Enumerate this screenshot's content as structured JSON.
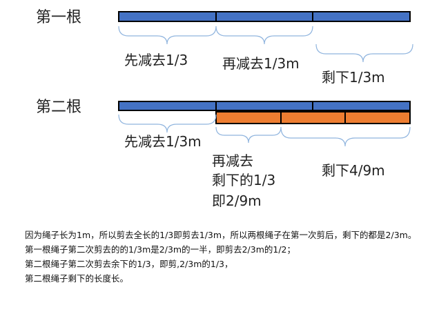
{
  "rope1": {
    "title": "第一根",
    "label_cut1": "先减去1/3",
    "label_cut2": "再减去1/3m",
    "label_remain": "剩下1/3m"
  },
  "rope2": {
    "title": "第二根",
    "label_cut1": "先减去1/3m",
    "label_cut2_lines": [
      "再减去",
      "剩下的1/3",
      "即2/9m"
    ],
    "label_remain": "剩下4/9m"
  },
  "explanation": [
    "因为绳子长为1m，所以剪去全长的1/3即剪去1/3m，所以两根绳子在第一次剪后，剩下的都是2/3m。",
    "第一根绳子第二次剪去的的1/3m是2/3m的一半，即剪去2/3m的1/2；",
    "第二根绳子第二次剪去余下的1/3，即剪,2/3m的1/3，",
    "第二根绳子剩下的长度长。"
  ],
  "colors": {
    "blue_bar": "#4472c4",
    "orange_bar": "#ed7d31",
    "outline": "#000000",
    "brace": "#8fb4de"
  }
}
